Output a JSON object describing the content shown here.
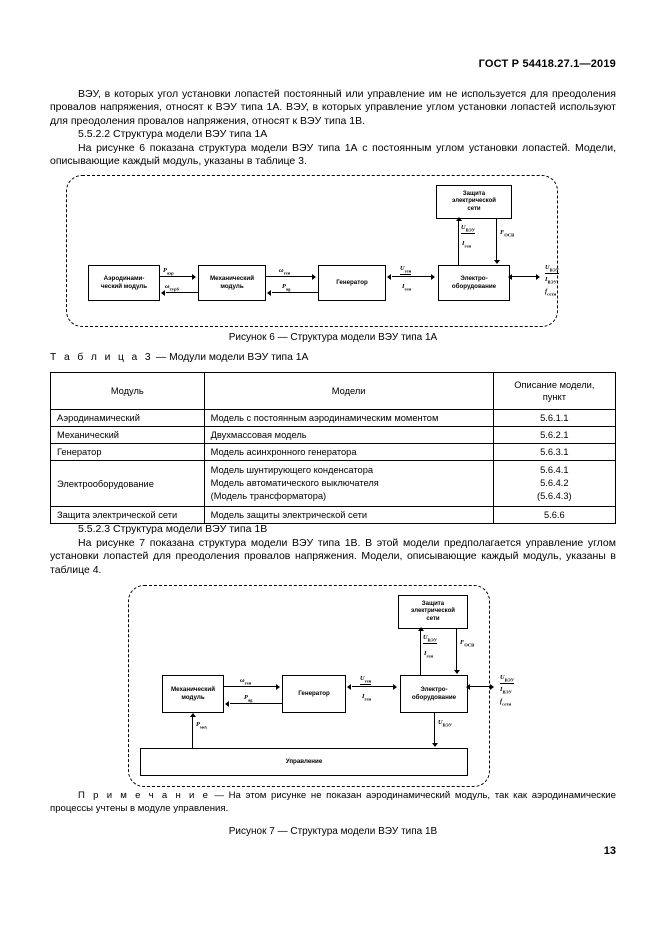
{
  "document": {
    "header_standard": "ГОСТ Р 54418.27.1—2019",
    "page_number": "13"
  },
  "body": {
    "para_1": "ВЭУ, в которых угол установки лопастей постоянный или управление им не используется для преодоления провалов напряжения, относят к ВЭУ типа 1А. ВЭУ, в которых управление углом установки лопастей используют для преодоления провалов напряжения, относят к ВЭУ типа 1В.",
    "heading_5522": "5.5.2.2 Структура модели ВЭУ типа 1А",
    "para_2": "На рисунке 6 показана структура модели ВЭУ типа 1А с постоянным углом установки лопастей. Модели, описывающие каждый модуль, указаны в таблице 3.",
    "heading_5523": "5.5.2.3 Структура модели ВЭУ типа 1В",
    "para_3": "На рисунке 7 показана структура модели ВЭУ типа 1В. В этой модели предполагается управление углом установки лопастей для преодоления провалов напряжения. Модели, описывающие каждый модуль, указаны в таблице 4.",
    "note_label": "П р и м е ч а н и е",
    "note_text": " — На этом рисунке не показан аэродинамический модуль, так как аэродинамические процессы учтены в модуле управления."
  },
  "figure6": {
    "caption": "Рисунок 6 — Структура модели ВЭУ типа 1А",
    "blocks": {
      "aero": "Аэродинами-\nческий модуль",
      "mech": "Механический\nмодуль",
      "gen": "Генератор",
      "elec": "Электро-\nоборудование",
      "prot": "Защита\nэлектрической\nсети"
    },
    "signals": {
      "p_aer": "Pаэр",
      "w_turb": "ωтурб",
      "w_gen": "ωген",
      "p_ag": "Рag",
      "u_gen": "Uген",
      "i_gen": "Iген",
      "u_veu_prot": "UВЭУ",
      "i_gen_prot": "Iген",
      "f_osv": "FОСВ",
      "u_veu_out": "UВЭУ",
      "i_veu_out": "IВЭУ",
      "f_gr_out": "fсети"
    }
  },
  "figure7": {
    "caption": "Рисунок 7 — Структура модели ВЭУ типа 1В",
    "blocks": {
      "mech": "Механический\nмодуль",
      "gen": "Генератор",
      "elec": "Электро-\nоборудование",
      "prot": "Защита\nэлектрической\nсети",
      "ctrl": "Управление"
    },
    "signals": {
      "w_gen": "ωген",
      "p_ag": "Рag",
      "u_gen": "Uген",
      "i_gen": "Iген",
      "u_veu_prot": "UВЭУ",
      "i_gen_prot": "Iген",
      "f_osv": "FОСВ",
      "u_veu_out": "UВЭУ",
      "i_veu_out": "IВЭУ",
      "f_gr_out": "fсети",
      "u_veu_ctrl": "UВЭУ",
      "p_mex": "Pмех"
    }
  },
  "table3": {
    "title_label": "Т а б л и ц а  3",
    "title_text": " — Модули модели ВЭУ типа 1А",
    "headers": [
      "Модуль",
      "Модели",
      "Описание модели,\nпункт"
    ],
    "rows": [
      {
        "module": "Аэродинамический",
        "models": "Модель с постоянным аэродинамическим моментом",
        "ref": "5.6.1.1"
      },
      {
        "module": "Механический",
        "models": "Двухмассовая модель",
        "ref": "5.6.2.1"
      },
      {
        "module": "Генератор",
        "models": "Модель асинхронного генератора",
        "ref": "5.6.3.1"
      },
      {
        "module": "Электрооборудование",
        "models": "Модель шунтирующего конденсатора\nМодель автоматического выключателя\n(Модель трансформатора)",
        "ref": "5.6.4.1\n5.6.4.2\n(5.6.4.3)"
      },
      {
        "module": "Защита электрической сети",
        "models": "Модель защиты электрической сети",
        "ref": "5.6.6"
      }
    ]
  }
}
